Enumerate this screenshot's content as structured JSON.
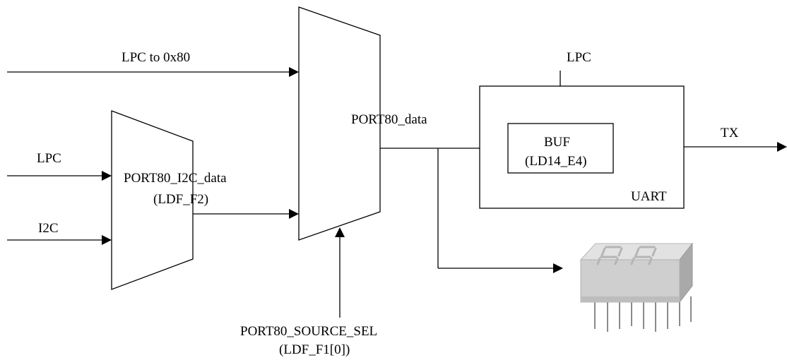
{
  "inputs": {
    "lpc_to_0x80": "LPC to 0x80",
    "lpc": "LPC",
    "i2c": "I2C",
    "uart_lpc": "LPC"
  },
  "small_mux": {
    "label": "PORT80_I2C_data",
    "register": "(LDF_F2)"
  },
  "main_mux": {
    "output_label": "PORT80_data",
    "select_label": "PORT80_SOURCE_SEL",
    "select_register": "(LDF_F1[0])"
  },
  "uart": {
    "label": "UART",
    "buffer_label": "BUF",
    "buffer_register": "(LD14_E4)",
    "output_label": "TX"
  },
  "display": {
    "icon": "seven-segment-display-icon",
    "digits": "88"
  },
  "colors": {
    "line": "#000000",
    "display_body": "#d4d4d4",
    "display_face": "#c4c4c4",
    "segment": "#b0b0b0"
  }
}
